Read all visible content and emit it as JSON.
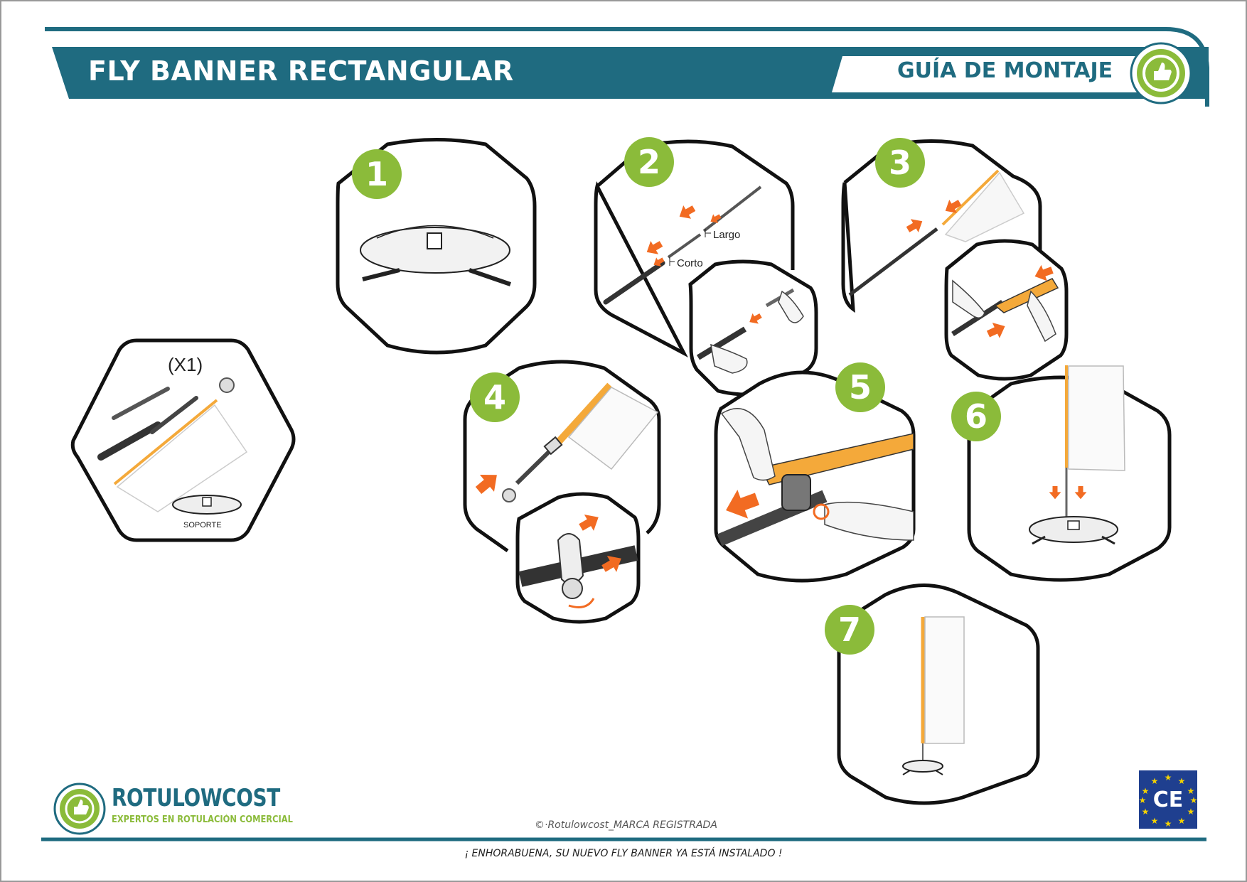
{
  "header": {
    "title": "FLY BANNER RECTANGULAR",
    "subtitle": "GUÍA DE MONTAJE"
  },
  "kit": {
    "quantity": "(X1)",
    "base_label": "SOPORTE"
  },
  "steps": [
    {
      "number": "1"
    },
    {
      "number": "2",
      "labels": [
        "Largo",
        "Corto"
      ]
    },
    {
      "number": "3"
    },
    {
      "number": "4"
    },
    {
      "number": "5"
    },
    {
      "number": "6"
    },
    {
      "number": "7"
    }
  ],
  "footer": {
    "brand": "ROTULOWCOST",
    "tagline": "EXPERTOS EN ROTULACIÓN COMERCIAL",
    "copyright": "©·Rotulowcost_MARCA REGISTRADA",
    "message": "¡ ENHORABUENA, SU NUEVO FLY BANNER YA ESTÁ INSTALADO !",
    "certification": "CE"
  },
  "colors": {
    "teal": "#1f6b80",
    "green": "#8bbb3a",
    "orange": "#f26b22",
    "pole_yellow": "#f4a93a"
  }
}
